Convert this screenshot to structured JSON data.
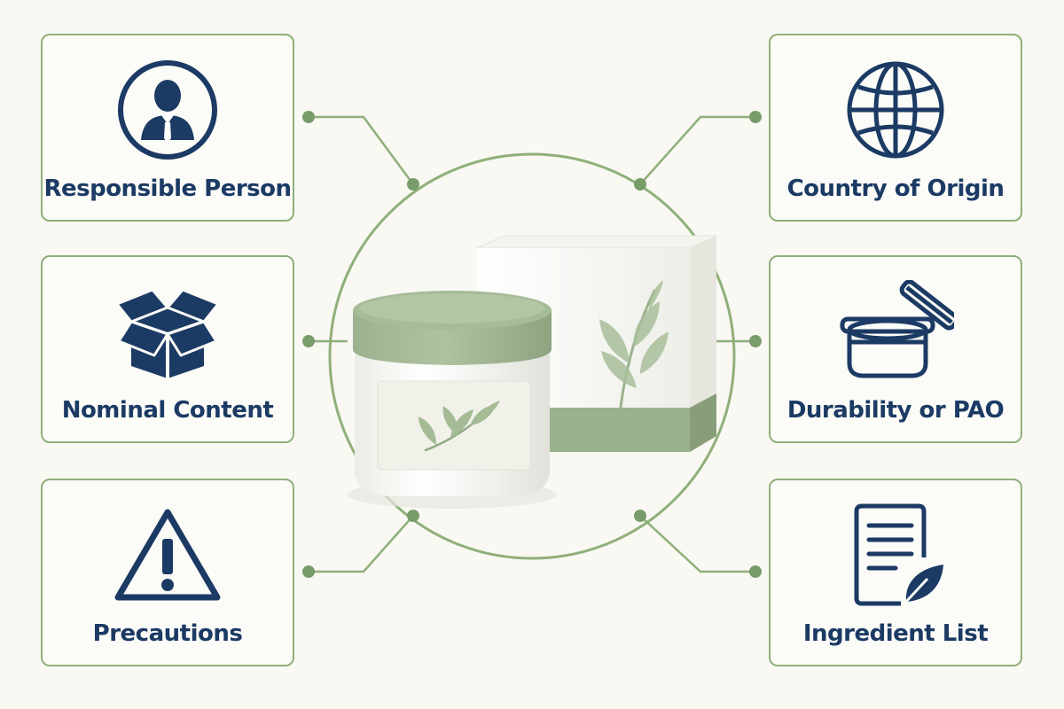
{
  "colors": {
    "background": "#f9f8f3",
    "accent_green": "#8fb07a",
    "sage": "#9bb28e",
    "navy": "#1b3a64"
  },
  "cards": {
    "responsible_person": {
      "label": "Responsible Person",
      "icon": "person-icon"
    },
    "nominal_content": {
      "label": "Nominal Content",
      "icon": "box-icon"
    },
    "precautions": {
      "label": "Precautions",
      "icon": "warning-icon"
    },
    "country_of_origin": {
      "label": "Country of Origin",
      "icon": "globe-icon"
    },
    "durability_or_pao": {
      "label": "Durability or PAO",
      "icon": "open-jar-icon"
    },
    "ingredient_list": {
      "label": "Ingredient List",
      "icon": "document-leaf-icon"
    }
  },
  "center": {
    "image": "cosmetic-jar-and-box"
  }
}
